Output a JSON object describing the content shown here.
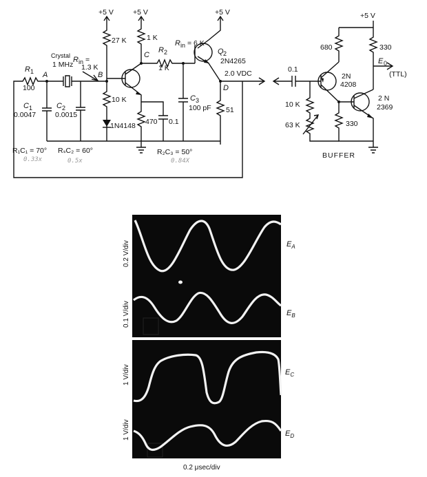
{
  "schematic": {
    "supply_labels": [
      "+5 V",
      "+5 V",
      "+5 V",
      "+5 V"
    ],
    "crystal_label": "Crystal",
    "crystal_freq": "1 MHz",
    "rin_label": "R",
    "rin_sub": "in",
    "rin_eq": "=",
    "rin_value": "1.3 K",
    "r1_label": "R",
    "r1_sub": "1",
    "r1_value": "100",
    "node_a": "A",
    "node_b": "B",
    "node_c": "C",
    "node_d": "D",
    "c1_label": "C",
    "c1_sub": "1",
    "c1_value": "0.0047",
    "c2_label": "C",
    "c2_sub": "2",
    "c2_value": "0.0015",
    "r_27k": "27 K",
    "r_1k_top": "1 K",
    "r_10k": "10 K",
    "diode": "1N4148",
    "r_470": "470",
    "cap_01": "0.1",
    "r2_label": "R",
    "r2_sub": "2",
    "r2_value": "1 K",
    "rin2_label": "R",
    "rin2_sub": "in",
    "rin2_value": "= 6 K",
    "q2_label": "Q",
    "q2_sub": "2",
    "q2_part": "2N4265",
    "c3_label": "C",
    "c3_sub": "3",
    "c3_value": "100 pF",
    "r_51": "51",
    "vdc": "2.0 VDC",
    "phase1": "R₁C₁ = 70°",
    "phase2": "RₛC₂ = 60°",
    "phase3": "R₂C₃ = 50°",
    "ghost1": "0.33x",
    "ghost2": "0.5x",
    "ghost3": "0.84X"
  },
  "buffer": {
    "supply": "+5 V",
    "r_680": "680",
    "r_330_top": "330",
    "eo": "E",
    "eo_sub": "0",
    "ttl": "(TTL)",
    "cap": "0.1",
    "q_a": "2N",
    "q_a2": "4208",
    "q_b": "2 N",
    "q_b2": "2369",
    "r_10k": "10 K",
    "r_63k": "63 K",
    "r_330_bot": "330",
    "title": "BUFFER"
  },
  "scope": {
    "scale_a": "0.2 V/div",
    "scale_b": "0.1 V/div",
    "scale_c": "1 V/div",
    "scale_d": "1 V/div",
    "sig_a": "E",
    "sig_a_sub": "A",
    "sig_b": "E",
    "sig_b_sub": "B",
    "sig_c": "E",
    "sig_c_sub": "C",
    "sig_d": "E",
    "sig_d_sub": "D",
    "time_scale": "0.2 μsec/div"
  }
}
